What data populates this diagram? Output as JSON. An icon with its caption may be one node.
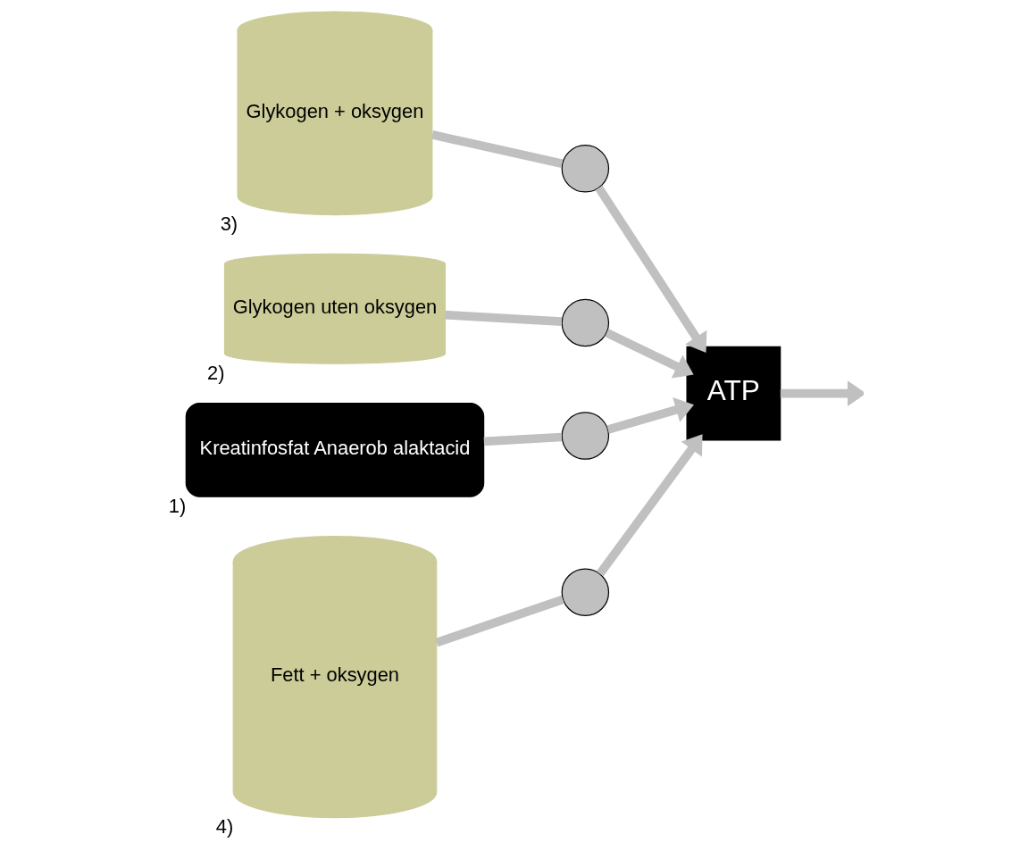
{
  "diagram": {
    "nodes": [
      {
        "text": [
          "Glykogen + oksygen"
        ],
        "beside": [
          "3)"
        ]
      },
      {
        "text": [
          "Fett + oksygen"
        ],
        "beside": [
          "4)"
        ]
      },
      {
        "text": [
          "Glykogen uten oksygen"
        ],
        "beside": [
          "2)"
        ]
      },
      {
        "text": [
          "Kreatinfosfat Anaerob alaktacid"
        ],
        "beside": [
          "1)"
        ]
      },
      {
        "text": [],
        "shape": "circle"
      },
      {
        "text": [],
        "shape": "circle"
      },
      {
        "text": [],
        "shape": "circle"
      },
      {
        "text": [],
        "shape": "circle"
      },
      {
        "text": [
          "ATP"
        ]
      }
    ],
    "edges": [
      {
        "from": 2,
        "to": 5,
        "arrow": "none"
      },
      {
        "from": 5,
        "to": 8,
        "arrow": "to"
      },
      {
        "from": 3,
        "to": 6,
        "arrow": "none"
      },
      {
        "from": 6,
        "to": 8,
        "arrow": "to"
      },
      {
        "from": 0,
        "to": 4,
        "arrow": "none"
      },
      {
        "from": 4,
        "to": 8,
        "arrow": "to"
      },
      {
        "from": 1,
        "to": 7,
        "arrow": "none"
      },
      {
        "from": 7,
        "to": 8,
        "arrow": "to"
      },
      {
        "from": 8,
        "to": null,
        "arrow": "to"
      }
    ]
  }
}
